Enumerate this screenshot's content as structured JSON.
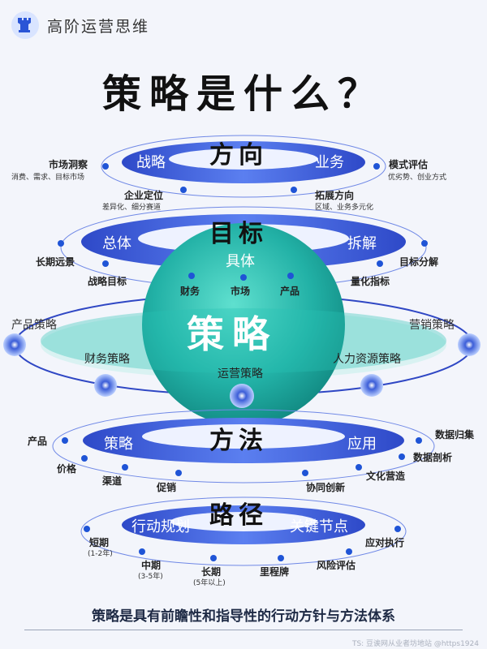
{
  "header": {
    "brand": "高阶运营思维"
  },
  "title": "策略是什么？",
  "direction": {
    "heading": "方向",
    "left_ring": "战略",
    "right_ring": "业务",
    "items": [
      {
        "label": "市场洞察",
        "sub": "消费、需求、目标市场"
      },
      {
        "label": "企业定位",
        "sub": "差异化、细分赛道"
      },
      {
        "label": "模式评估",
        "sub": "优劣势、创业方式"
      },
      {
        "label": "拓展方向",
        "sub": "区域、业务多元化"
      }
    ]
  },
  "goal": {
    "heading": "目标",
    "left_ring": "总体",
    "center_ring": "具体",
    "right_ring": "拆解",
    "items": [
      "长期远景",
      "战略目标",
      "财务",
      "市场",
      "产品",
      "目标分解",
      "量化指标"
    ]
  },
  "strategy": {
    "heading": "策略",
    "items": [
      "产品策略",
      "营销策略",
      "财务策略",
      "人力资源策略",
      "运营策略"
    ]
  },
  "method": {
    "heading": "方法",
    "left_ring": "策略",
    "right_ring": "应用",
    "items": [
      "产品",
      "价格",
      "渠道",
      "促销",
      "协同创新",
      "文化营造",
      "数据剖析",
      "数据归集"
    ]
  },
  "path": {
    "heading": "路径",
    "left_ring": "行动规划",
    "right_ring": "关键节点",
    "items": [
      {
        "label": "短期",
        "sub": "(1-2年)"
      },
      {
        "label": "中期",
        "sub": "(3-5年)"
      },
      {
        "label": "长期",
        "sub": "(5年以上)"
      },
      {
        "label": "里程牌",
        "sub": ""
      },
      {
        "label": "风险评估",
        "sub": ""
      },
      {
        "label": "应对执行",
        "sub": ""
      }
    ]
  },
  "slogan": "策略是具有前瞻性和指导性的行动方针与方法体系",
  "watermark": "TS: 豆诶网从业者坊地站 @https1924",
  "colors": {
    "accent": "#1f54d6",
    "teal": "#21b3a8",
    "ring_dark": "#2f47c4",
    "ring_light": "#6d8cf0"
  }
}
